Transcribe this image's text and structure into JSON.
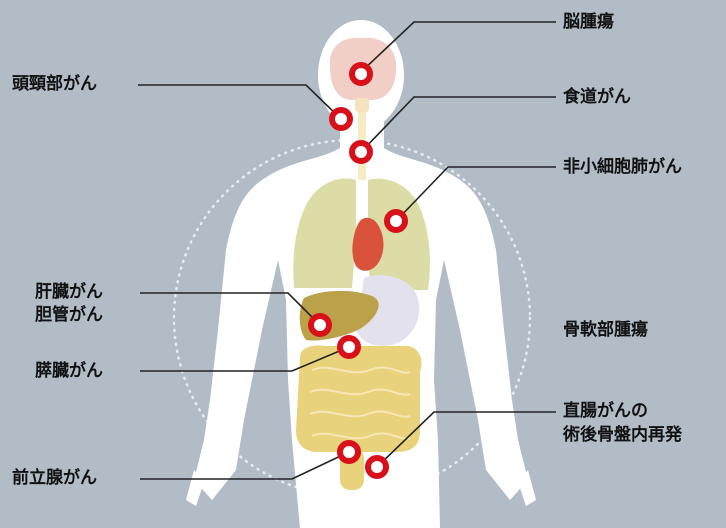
{
  "labels": {
    "brain_tumor": "脳腫瘍",
    "head_neck": "頭頸部がん",
    "esophageal": "食道がん",
    "nsclc": "非小細胞肺がん",
    "liver": "肝臓がん",
    "gallbladder": "胆管がん",
    "pancreatic": "膵臓がん",
    "bone_soft_tissue": "骨軟部腫瘍",
    "rectal_line1": "直腸がんの",
    "rectal_line2": "術後骨盤内再発",
    "prostate": "前立腺がん"
  },
  "colors": {
    "background": "#b2bcc7",
    "body": "#ffffff",
    "marker": "#d8101a",
    "lung": "#dcdca6",
    "heart": "#d9533a",
    "liver": "#bba24a",
    "stomach": "#e2e1ec",
    "intestine": "#e8d27c",
    "brain": "#f1cfc6",
    "leader_line": "#222222"
  }
}
